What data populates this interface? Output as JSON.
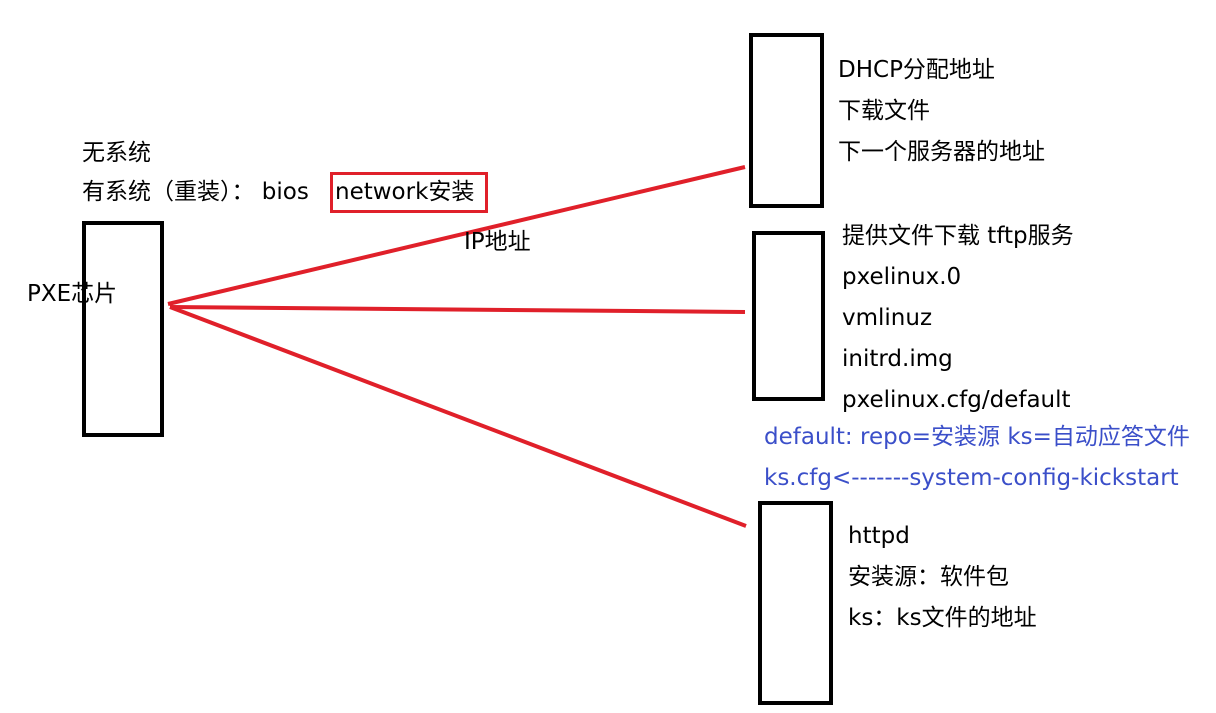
{
  "left": {
    "line1": "无系统",
    "line2": "有系统（重装）：  bios ",
    "highlight": "network安装",
    "chip_label": "PXE芯片",
    "line_label": "IP地址"
  },
  "box1": {
    "lines": [
      "DHCP分配地址",
      "下载文件",
      "下一个服务器的地址"
    ]
  },
  "box2": {
    "lines": [
      "提供文件下载  tftp服务",
      "pxelinux.0",
      "vmlinuz",
      "initrd.img",
      "pxelinux.cfg/default"
    ]
  },
  "notes": {
    "lines": [
      "default: repo=安装源  ks=自动应答文件",
      "ks.cfg<-------system-config-kickstart"
    ]
  },
  "box3": {
    "lines": [
      "httpd",
      "安装源：软件包",
      "ks：ks文件的地址"
    ]
  },
  "colors": {
    "line": "#e0202a",
    "note_text": "#3b4fc9",
    "box_border": "#000000"
  }
}
